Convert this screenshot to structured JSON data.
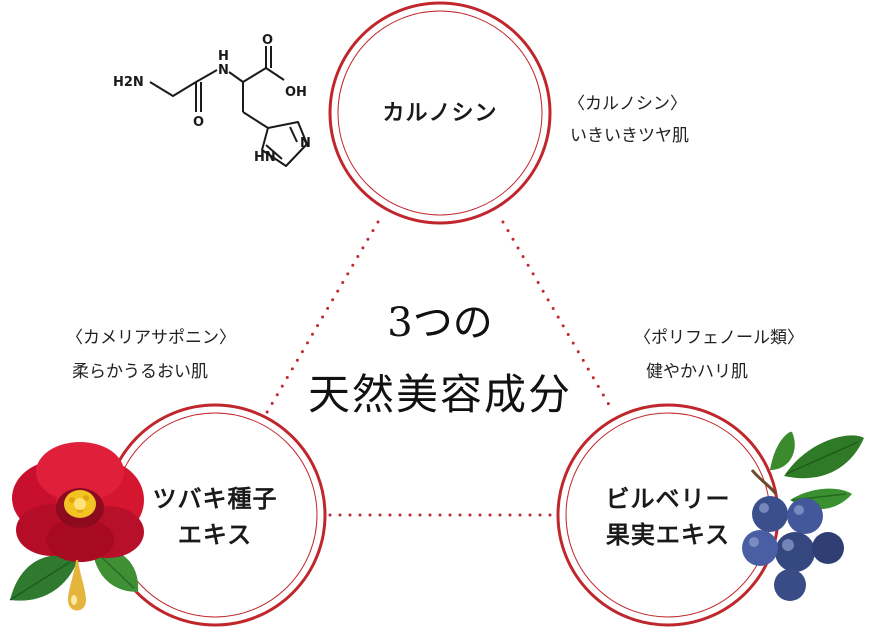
{
  "title": {
    "line1": "3つの",
    "line2": "天然美容成分"
  },
  "ingredients": [
    {
      "name_line1": "カルノシン",
      "name_line2": "",
      "category": "〈カルノシン〉",
      "benefit": "いきいきツヤ肌"
    },
    {
      "name_line1": "ツバキ種子",
      "name_line2": "エキス",
      "category": "〈カメリアサポニン〉",
      "benefit": "柔らかうるおい肌"
    },
    {
      "name_line1": "ビルベリー",
      "name_line2": "果実エキス",
      "category": "〈ポリフェノール類〉",
      "benefit": "健やかハリ肌"
    }
  ],
  "molecule_labels": {
    "amine": "H2N",
    "nh": "N",
    "h": "H",
    "carbonyl_o": "O",
    "acid_o": "O",
    "oh": "OH",
    "ring_n": "N",
    "ring_hn": "HN"
  },
  "colors": {
    "accent": "#c0272d",
    "text": "#1a1a1a"
  },
  "icons": [
    "carnosine-molecule-icon",
    "camellia-flower-icon",
    "bilberry-icon"
  ]
}
